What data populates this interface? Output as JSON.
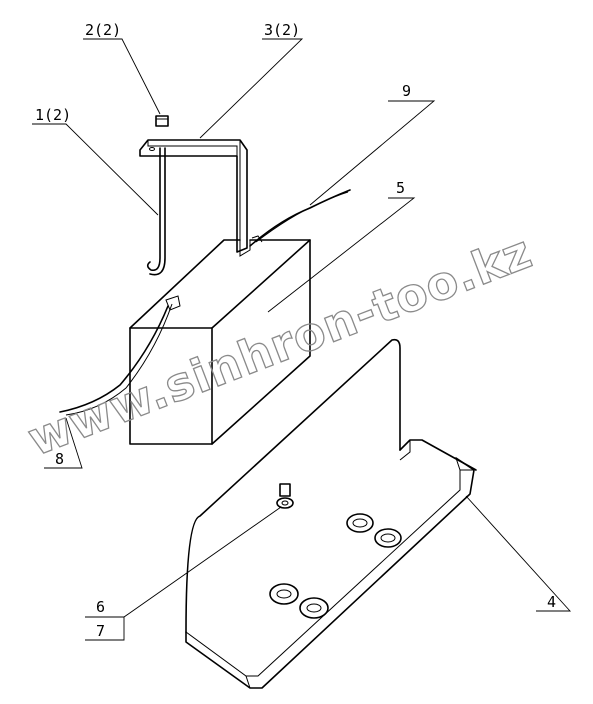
{
  "labels": {
    "item_1": "1(2)",
    "item_2": "2(2)",
    "item_3": "3(2)",
    "item_4": "4",
    "item_5": "5",
    "item_6": "6",
    "item_7": "7",
    "item_8": "8",
    "item_9": "9"
  },
  "watermark": "www.sinhron-too.kz",
  "colors": {
    "line": "#000000",
    "watermark": "#8a8a8a",
    "background": "#ffffff"
  }
}
